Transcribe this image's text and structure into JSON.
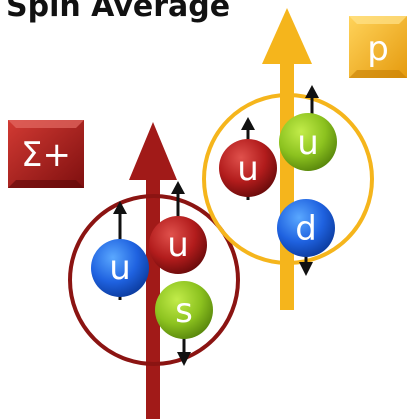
{
  "header": {
    "title": "Spin Average"
  },
  "particles": {
    "sigma": {
      "badge": "Σ+",
      "color": "#a11a18"
    },
    "proton": {
      "badge": "p",
      "color": "#f5b51c"
    }
  },
  "quarks": {
    "sigma_u1": {
      "label": "u",
      "color": "#1f6fe6",
      "spin": "up"
    },
    "sigma_u2": {
      "label": "u",
      "color": "#b81d1d",
      "spin": "up"
    },
    "sigma_s": {
      "label": "s",
      "color": "#8cc21f",
      "spin": "down"
    },
    "proton_u1": {
      "label": "u",
      "color": "#b81d1d",
      "spin": "up"
    },
    "proton_u2": {
      "label": "u",
      "color": "#8cc21f",
      "spin": "up"
    },
    "proton_d": {
      "label": "d",
      "color": "#1f6fe6",
      "spin": "down"
    }
  }
}
